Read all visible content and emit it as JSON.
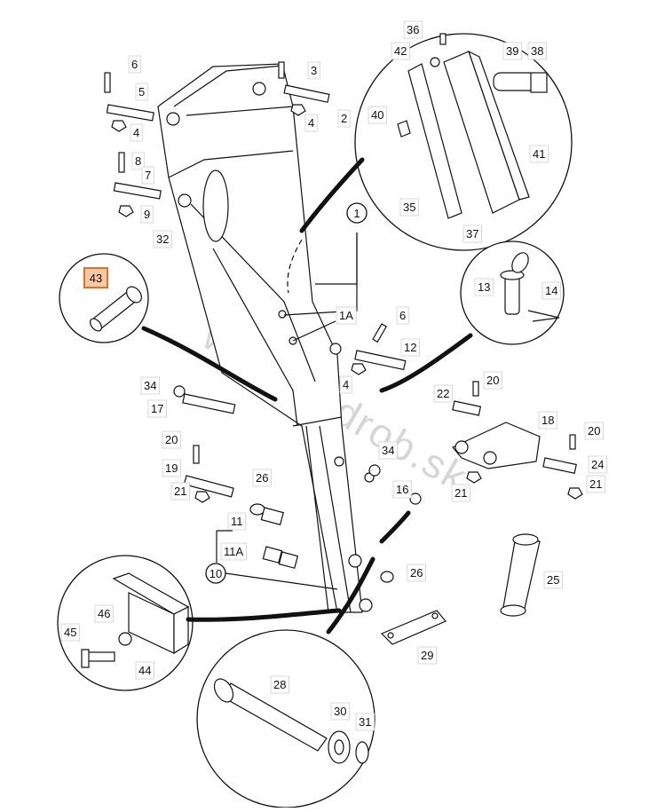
{
  "diagram": {
    "highlight_color": "#e0722a",
    "highlighted_part": "43",
    "watermark": "www.hydrob.sk",
    "group_labels": {
      "one": "1",
      "ten": "10"
    },
    "labels": {
      "p1A": "1A",
      "p2": "2",
      "p3": "3",
      "p4a": "4",
      "p4b": "4",
      "p4c": "4",
      "p5": "5",
      "p6a": "6",
      "p6b": "6",
      "p7": "7",
      "p8": "8",
      "p9": "9",
      "p11": "11",
      "p11A": "11A",
      "p12": "12",
      "p13": "13",
      "p14": "14",
      "p16": "16",
      "p17": "17",
      "p18": "18",
      "p19": "19",
      "p20a": "20",
      "p20b": "20",
      "p20c": "20",
      "p21a": "21",
      "p21b": "21",
      "p21c": "21",
      "p22": "22",
      "p24": "24",
      "p25": "25",
      "p26a": "26",
      "p26b": "26",
      "p28": "28",
      "p29": "29",
      "p30": "30",
      "p31": "31",
      "p32": "32",
      "p34a": "34",
      "p34b": "34",
      "p35": "35",
      "p36": "36",
      "p37": "37",
      "p38": "38",
      "p39": "39",
      "p40": "40",
      "p41": "41",
      "p42": "42",
      "p43": "43",
      "p44": "44",
      "p45": "45",
      "p46": "46"
    }
  }
}
